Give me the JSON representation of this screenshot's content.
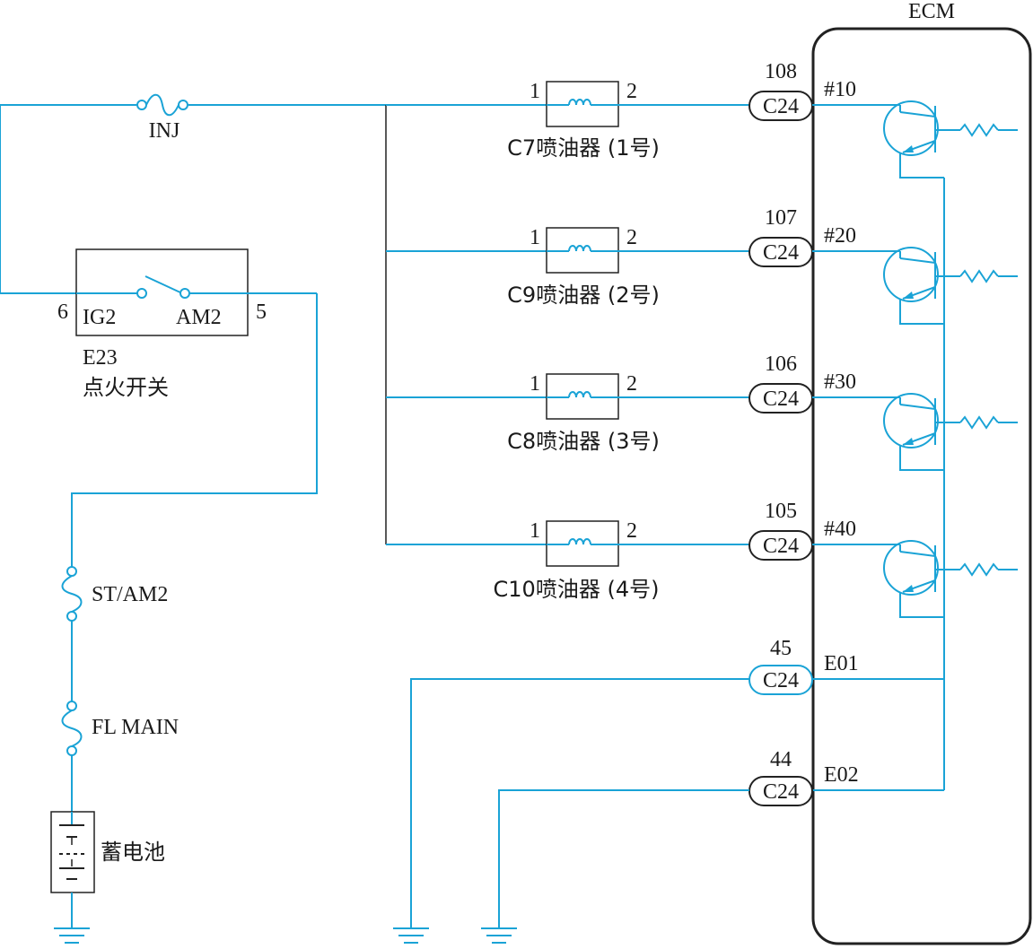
{
  "ecm": {
    "title": "ECM"
  },
  "fuse_inj": "INJ",
  "ignition_switch": {
    "pin_ig2_num": "6",
    "pin_ig2": "IG2",
    "pin_am2": "AM2",
    "pin_am2_num": "5",
    "code": "E23",
    "name": "点火开关"
  },
  "fuse_st_am2": "ST/AM2",
  "fuse_fl_main": "FL MAIN",
  "battery": "蓄电池",
  "injectors": [
    {
      "label": "C7喷油器 (1号)",
      "pin1": "1",
      "pin2": "2",
      "connector_num": "108",
      "connector": "C24",
      "ecm_pin": "#10"
    },
    {
      "label": "C9喷油器 (2号)",
      "pin1": "1",
      "pin2": "2",
      "connector_num": "107",
      "connector": "C24",
      "ecm_pin": "#20"
    },
    {
      "label": "C8喷油器 (3号)",
      "pin1": "1",
      "pin2": "2",
      "connector_num": "106",
      "connector": "C24",
      "ecm_pin": "#30"
    },
    {
      "label": "C10喷油器 (4号)",
      "pin1": "1",
      "pin2": "2",
      "connector_num": "105",
      "connector": "C24",
      "ecm_pin": "#40"
    }
  ],
  "grounds": [
    {
      "connector_num": "45",
      "connector": "C24",
      "ecm_pin": "E01"
    },
    {
      "connector_num": "44",
      "connector": "C24",
      "ecm_pin": "E02"
    }
  ],
  "colors": {
    "wire": "#1aa3d6",
    "outline": "#222222"
  }
}
